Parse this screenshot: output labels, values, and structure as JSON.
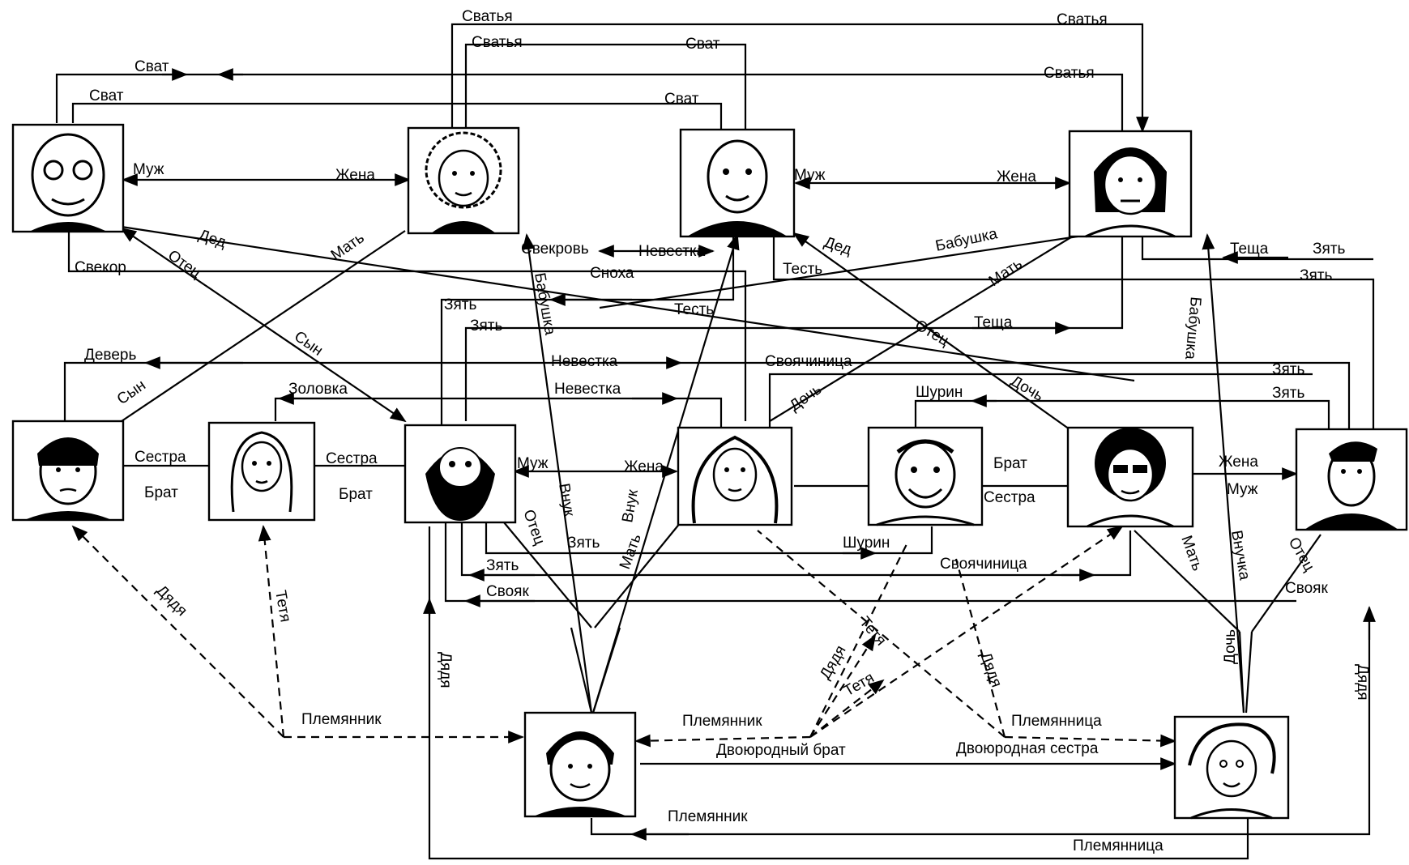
{
  "diagram": {
    "type": "family-relations-diagram",
    "people": [
      {
        "id": "p1",
        "icon": "bald-old-man-face-icon"
      },
      {
        "id": "p2",
        "icon": "curly-old-woman-face-icon"
      },
      {
        "id": "p3",
        "icon": "old-man-face-icon"
      },
      {
        "id": "p4",
        "icon": "old-woman-face-icon"
      },
      {
        "id": "p5",
        "icon": "man-face-icon"
      },
      {
        "id": "p6",
        "icon": "long-hair-woman-face-icon"
      },
      {
        "id": "p7",
        "icon": "bearded-man-face-icon"
      },
      {
        "id": "p8",
        "icon": "wavy-hair-woman-face-icon"
      },
      {
        "id": "p9",
        "icon": "smiling-man-face-icon"
      },
      {
        "id": "p10",
        "icon": "woman-with-glasses-face-icon"
      },
      {
        "id": "p11",
        "icon": "man-in-suit-face-icon"
      },
      {
        "id": "p12",
        "icon": "boy-face-icon"
      },
      {
        "id": "p13",
        "icon": "girl-face-icon"
      }
    ],
    "labels": [
      "Сватья",
      "Сватья",
      "Сватья",
      "Сватья",
      "Сват",
      "Сват",
      "Сват",
      "Сват",
      "Муж",
      "Жена",
      "Муж",
      "Жена",
      "Дед",
      "Мать",
      "Дед",
      "Бабушка",
      "Свекровь",
      "Невестка",
      "Свекор",
      "Отец",
      "Сноха",
      "Теща",
      "Зять",
      "Зять",
      "Зять",
      "Зять",
      "Тесть",
      "Тесть",
      "Мать",
      "Бабушка",
      "Сын",
      "Отец",
      "Теща",
      "Бабушка",
      "Деверь",
      "Невестка",
      "Своячиница",
      "Сын",
      "Дочь",
      "Зять",
      "Золовка",
      "Невестка",
      "Шурин",
      "Дочь",
      "Зять",
      "Сестра",
      "Брат",
      "Сестра",
      "Брат",
      "Муж",
      "Жена",
      "Брат",
      "Сестра",
      "Жена",
      "Муж",
      "Отец",
      "Внук",
      "Внук",
      "Мать",
      "Зять",
      "Шурин",
      "Зять",
      "Своячиница",
      "Мать",
      "Внучка",
      "Свояк",
      "Отец",
      "Свояк",
      "Дядя",
      "Тетя",
      "Дядя",
      "Тетя",
      "Тетя",
      "Дядя",
      "Дочь",
      "Дядя",
      "Дядя",
      "Племянник",
      "Племянник",
      "Племянница",
      "Двоюродный брат",
      "Двоюродная сестра",
      "Племянник",
      "Племянница"
    ]
  }
}
